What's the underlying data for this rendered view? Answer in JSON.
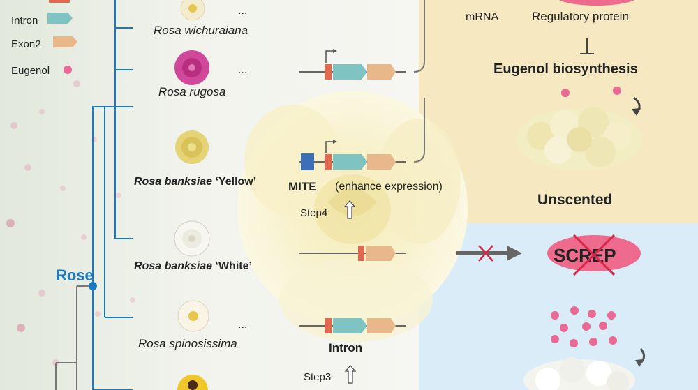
{
  "legend": {
    "intron": "Intron",
    "exon2": "Exon2",
    "eugenol": "Eugenol"
  },
  "colors": {
    "tree_blue": "#1b79c0",
    "tree_gray": "#777777",
    "intron": "#7fc4c2",
    "exon": "#e8b88a",
    "promoter": "#e0694f",
    "mite": "#3c6fb8",
    "eugenol_dot": "#e96b95",
    "screp_ellipse": "#ee6b8d",
    "cross": "#d8284a",
    "panel_top": "#f6e9c2",
    "panel_bottom": "#d9ecf7"
  },
  "tree": {
    "clade_label": "Rose"
  },
  "species": [
    {
      "name": "Rosa wichuraiana",
      "ellipsis": "...",
      "style": "italic",
      "flower_color": "#f3ecd0"
    },
    {
      "name": "Rosa rugosa",
      "ellipsis": "...",
      "style": "italic",
      "flower_color": "#d0489a"
    },
    {
      "name_italic": "Rosa banksiae",
      "name_plain": " ‘Yellow’",
      "style": "bold",
      "flower_color": "#ede08a"
    },
    {
      "name_italic": "Rosa banksiae",
      "name_plain": " ‘White’",
      "style": "bold",
      "flower_color": "#f7f6f0"
    },
    {
      "name": "Rosa spinosissima",
      "ellipsis": "...",
      "style": "italic",
      "flower_color": "#f8f4e6"
    }
  ],
  "gene_labels": {
    "mite": "MITE",
    "mite_note": "(enhance expression)",
    "step4": "Step4",
    "intron_label": "Intron",
    "step3": "Step3"
  },
  "right_panel": {
    "mrna": "mRNA",
    "regulatory_protein": "Regulatory protein",
    "eugenol_biosynthesis": "Eugenol biosynthesis",
    "unscented": "Unscented",
    "screp": "SCREP"
  }
}
